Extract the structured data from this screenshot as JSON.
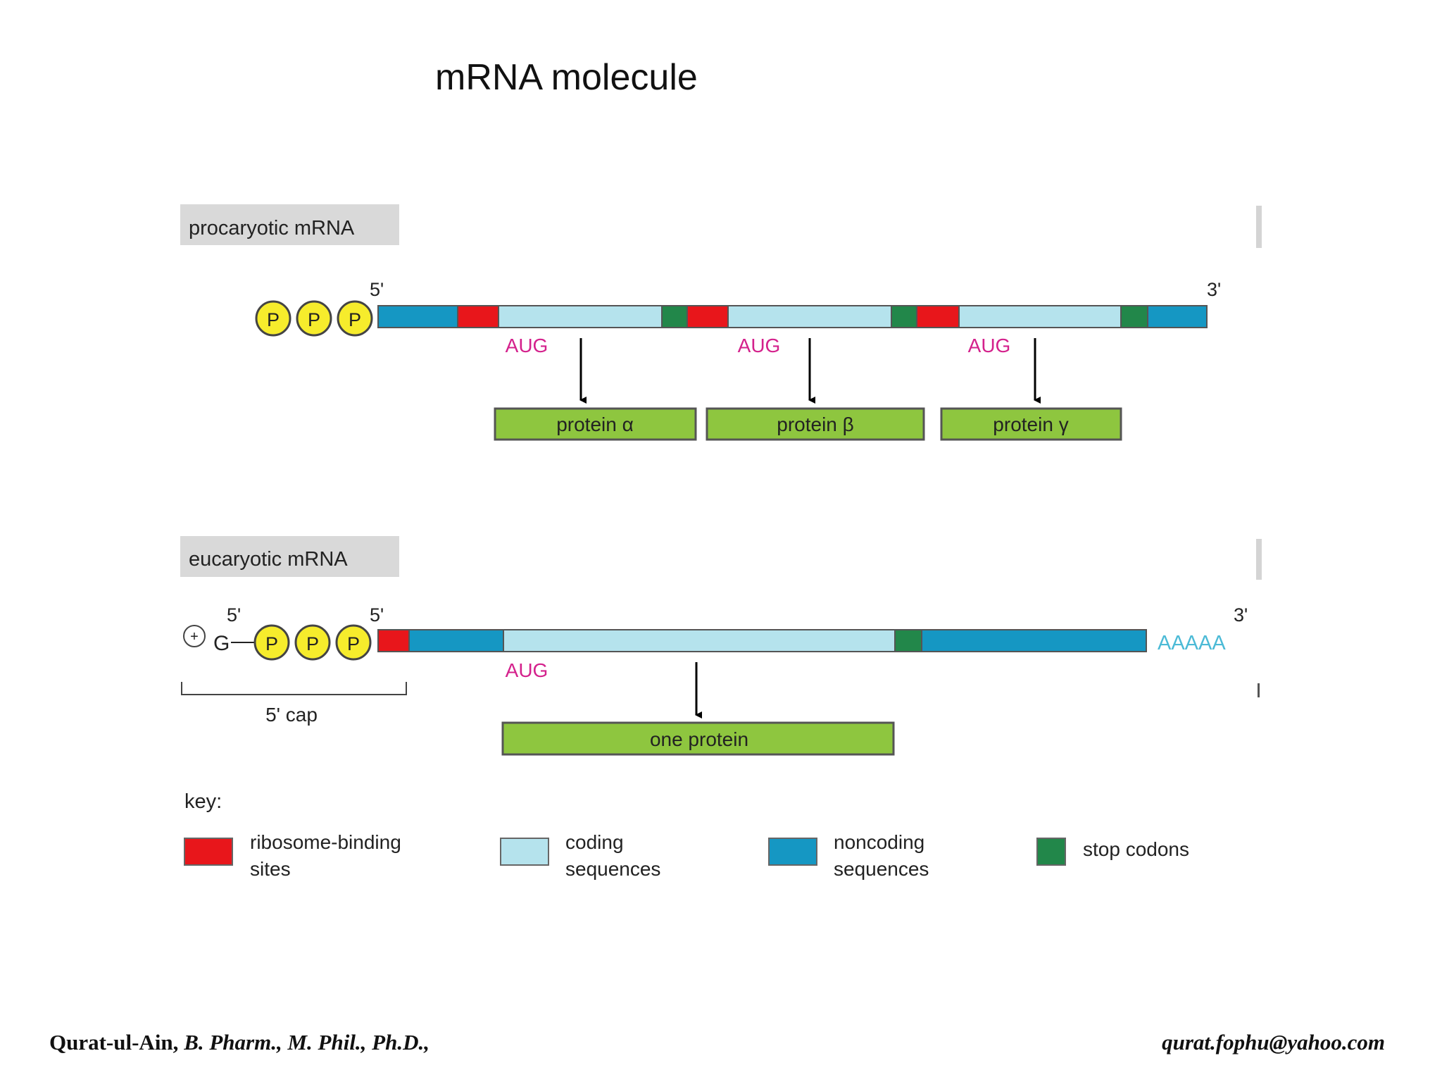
{
  "title": "mRNA molecule",
  "colors": {
    "ribosome_binding": "#e8161b",
    "coding": "#b5e3ed",
    "noncoding": "#1597c3",
    "stop": "#22874a",
    "protein_fill": "#8ec63f",
    "phosphate_fill": "#f6ec2c",
    "aug_text": "#d4218c",
    "polyA_text": "#4bbad6",
    "panel_bg": "#d9d9d9"
  },
  "prokaryotic": {
    "label": "procaryotic mRNA",
    "end5": "5'",
    "end3": "3'",
    "phosphate": "P",
    "aug": "AUG",
    "proteins": [
      "protein α",
      "protein β",
      "protein γ"
    ]
  },
  "eukaryotic": {
    "label": "eucaryotic mRNA",
    "cap_end5": "5'",
    "end5": "5'",
    "end3": "3'",
    "charge": "+",
    "g": "G",
    "phosphate": "P",
    "aug": "AUG",
    "poly_a": "AAAAA",
    "cap_label": "5' cap",
    "protein": "one protein"
  },
  "key": {
    "title": "key:",
    "items": [
      {
        "line1": "ribosome-binding",
        "line2": "sites",
        "color_key": "ribosome_binding"
      },
      {
        "line1": "coding",
        "line2": "sequences",
        "color_key": "coding"
      },
      {
        "line1": "noncoding",
        "line2": "sequences",
        "color_key": "noncoding"
      },
      {
        "line1": "stop codons",
        "line2": "",
        "color_key": "stop"
      }
    ]
  },
  "footer": {
    "author": "Qurat-ul-Ain, ",
    "credentials": "B. Pharm., M. Phil., Ph.D.,",
    "email": "qurat.fophu@yahoo.com"
  }
}
